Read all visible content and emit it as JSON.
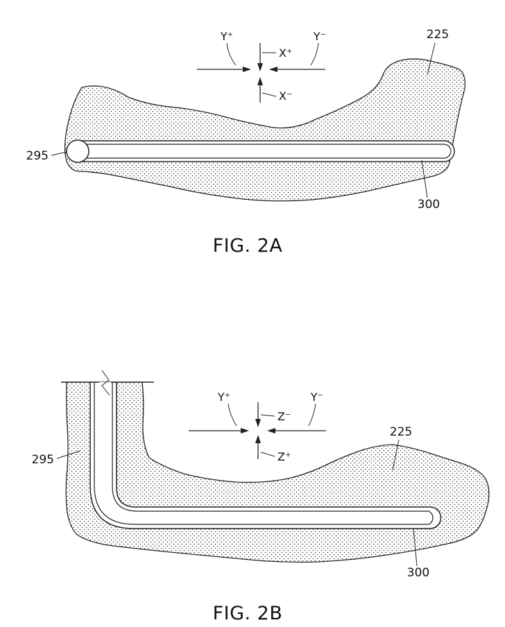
{
  "sheet": {
    "background": "#ffffff",
    "line_color": "#222222"
  },
  "fig2a": {
    "caption": "FIG. 2A",
    "labels": {
      "ref_225": "225",
      "ref_295": "295",
      "ref_300": "300"
    },
    "axes": {
      "y_plus": "Y⁺",
      "y_minus": "Y⁻",
      "x_plus": "X⁺",
      "x_minus": "X⁻"
    }
  },
  "fig2b": {
    "caption": "FIG. 2B",
    "labels": {
      "ref_225": "225",
      "ref_295": "295",
      "ref_300": "300"
    },
    "axes": {
      "y_plus": "Y⁺",
      "y_minus": "Y⁻",
      "z_minus": "Z⁻",
      "z_plus": "Z⁺"
    }
  }
}
